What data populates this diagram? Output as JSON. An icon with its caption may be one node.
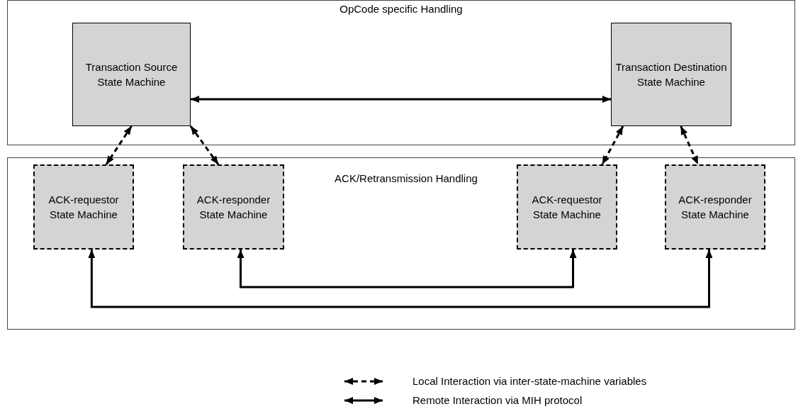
{
  "diagram": {
    "nodes": [
      {
        "text": [
          "OpCode specific Handling"
        ]
      },
      {
        "text": [
          "Transaction Source State Machine"
        ],
        "in": 0
      },
      {
        "text": [
          "Transaction Destination State Machine"
        ],
        "in": 0
      },
      {
        "text": [
          "ACK/Retransmission Handling"
        ]
      },
      {
        "text": [
          "ACK-requestor State Machine"
        ],
        "in": 3
      },
      {
        "text": [
          "ACK-responder State Machine"
        ],
        "in": 3
      },
      {
        "text": [
          "ACK-requestor State Machine"
        ],
        "in": 3
      },
      {
        "text": [
          "ACK-responder State Machine"
        ],
        "in": 3
      }
    ],
    "edges": [
      {
        "from": 1,
        "to": 2,
        "arrow": "both"
      },
      {
        "from": 1,
        "to": 4,
        "arrow": "both",
        "style": "dashed"
      },
      {
        "from": 1,
        "to": 5,
        "arrow": "both",
        "style": "dashed"
      },
      {
        "from": 2,
        "to": 6,
        "arrow": "both",
        "style": "dashed"
      },
      {
        "from": 2,
        "to": 7,
        "arrow": "both",
        "style": "dashed"
      },
      {
        "from": 5,
        "to": 6,
        "arrow": "both"
      },
      {
        "from": 4,
        "to": 7,
        "arrow": "both"
      }
    ],
    "legend": [
      {
        "text": "Local Interaction via inter-state-machine variables"
      },
      {
        "text": "Remote Interaction via MIH protocol"
      }
    ]
  }
}
